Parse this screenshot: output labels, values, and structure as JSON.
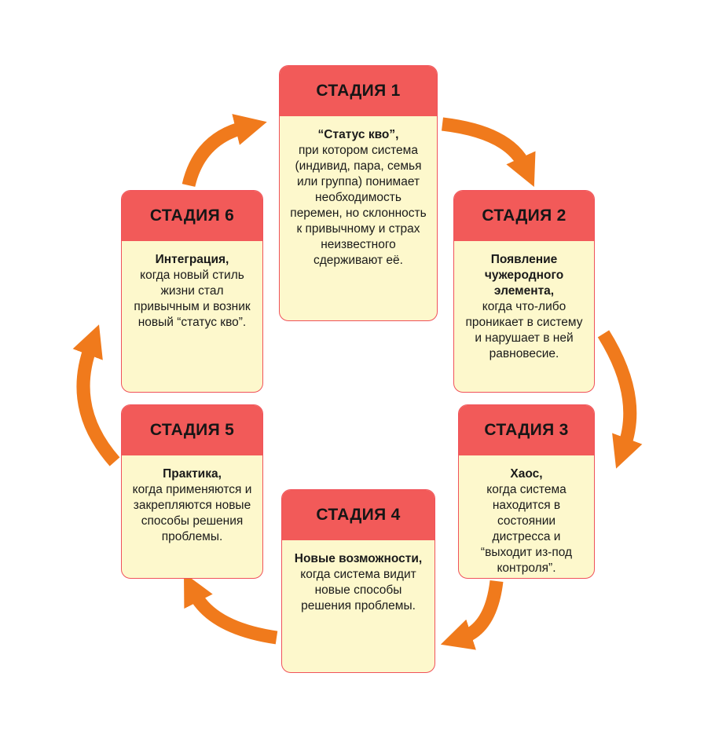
{
  "colors": {
    "header": "#f25a59",
    "body": "#fdf8cc",
    "border": "#f0525a",
    "arrow": "#f07a1c"
  },
  "stages": [
    {
      "title": "СТАДИЯ 1",
      "bold": "“Статус кво”,",
      "text": "при котором система (индивид, пара, семья или группа) понимает необходимость перемен, но склонность к привычному и страх неизвестного сдерживают её."
    },
    {
      "title": "СТАДИЯ 2",
      "bold": "Появление чужеродного элемента,",
      "text": "когда что-либо проникает в систему и нарушает в ней равновесие."
    },
    {
      "title": "СТАДИЯ 3",
      "bold": "Хаос,",
      "text": "когда система находится в состоянии дистресса и “выходит из-под контроля”."
    },
    {
      "title": "СТАДИЯ 4",
      "bold": "Новые возможности,",
      "text": "когда система видит новые способы решения проблемы."
    },
    {
      "title": "СТАДИЯ 5",
      "bold": "Практика,",
      "text": "когда применяются и закрепляются новые способы решения проблемы."
    },
    {
      "title": "СТАДИЯ 6",
      "bold": "Интеграция,",
      "text": "когда новый стиль жизни стал привычным и возник новый “статус кво”."
    }
  ]
}
